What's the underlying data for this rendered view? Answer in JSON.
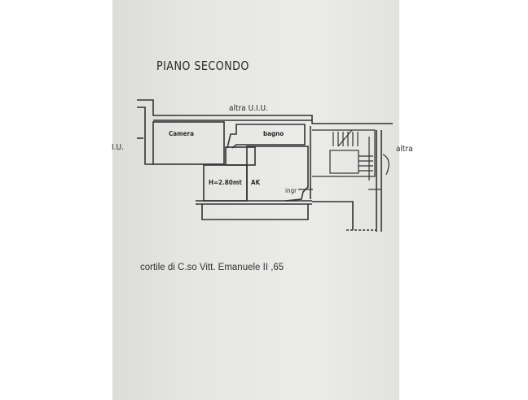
{
  "title": "PIANO SECONDO",
  "labels": {
    "top_neighbor": "altra U.I.U.",
    "left_neighbor": "I.U.",
    "right_neighbor": "altra",
    "camera": "Camera",
    "bagno": "bagno",
    "height": "H=2.80mt",
    "ak": "AK",
    "ingresso": "ingr"
  },
  "caption": "cortile di C.so Vitt. Emanuele II ,65"
}
